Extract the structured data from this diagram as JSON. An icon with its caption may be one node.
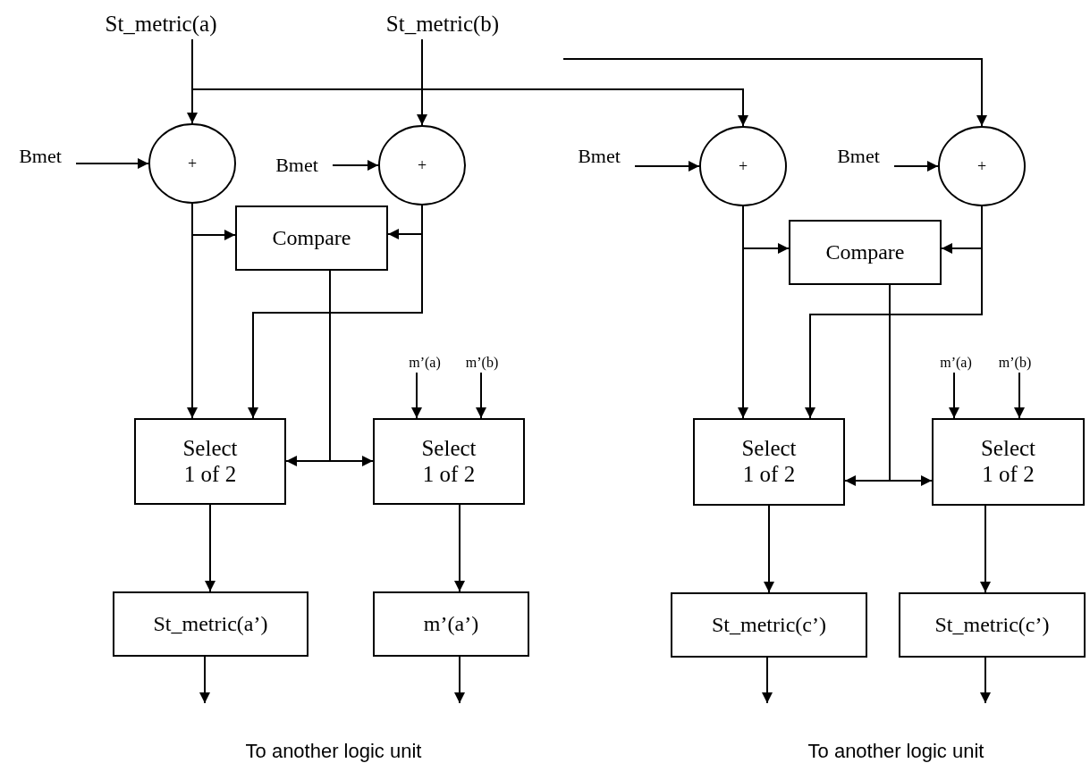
{
  "diagram": {
    "nodes": [
      {
        "text": [
          "St_metric(a)"
        ]
      },
      {
        "text": [
          "St_metric(b)"
        ]
      },
      {
        "text": [
          "Bmet"
        ]
      },
      {
        "text": [
          "+"
        ]
      },
      {
        "text": [
          "Bmet"
        ]
      },
      {
        "text": [
          "+"
        ]
      },
      {
        "text": [
          "Bmet"
        ]
      },
      {
        "text": [
          "+"
        ]
      },
      {
        "text": [
          "Bmet"
        ]
      },
      {
        "text": [
          "+"
        ]
      },
      {
        "text": [
          "Compare"
        ]
      },
      {
        "text": [
          "Compare"
        ]
      },
      {
        "text": [
          "m’(a)"
        ]
      },
      {
        "text": [
          "m’(b)"
        ]
      },
      {
        "text": [
          "m’(a)"
        ]
      },
      {
        "text": [
          "m’(b)"
        ]
      },
      {
        "text": [
          "Select 1 of 2"
        ]
      },
      {
        "text": [
          "Select 1 of 2"
        ]
      },
      {
        "text": [
          "Select 1 of 2"
        ]
      },
      {
        "text": [
          "Select 1 of 2"
        ]
      },
      {
        "text": [
          "St_metric(a’)"
        ]
      },
      {
        "text": [
          "m’(a’)"
        ]
      },
      {
        "text": [
          "St_metric(c’)"
        ]
      },
      {
        "text": [
          "St_metric(c’)"
        ]
      }
    ],
    "edges": [
      {
        "from": 0,
        "to": 3,
        "arrow": "to"
      },
      {
        "from": 0,
        "to": 7,
        "arrow": "to"
      },
      {
        "from": 1,
        "to": 5,
        "arrow": "to"
      },
      {
        "from": null,
        "to": 9,
        "arrow": "to"
      },
      {
        "from": 2,
        "to": 3,
        "arrow": "to"
      },
      {
        "from": 4,
        "to": 5,
        "arrow": "to"
      },
      {
        "from": 6,
        "to": 7,
        "arrow": "to"
      },
      {
        "from": 8,
        "to": 9,
        "arrow": "to"
      },
      {
        "from": 3,
        "to": 10,
        "arrow": "to"
      },
      {
        "from": 3,
        "to": 16,
        "arrow": "to"
      },
      {
        "from": 5,
        "to": 10,
        "arrow": "to"
      },
      {
        "from": 5,
        "to": 16,
        "arrow": "to"
      },
      {
        "from": 10,
        "to": 16,
        "arrow": "to"
      },
      {
        "from": 10,
        "to": 17,
        "arrow": "to"
      },
      {
        "from": 12,
        "to": 17,
        "arrow": "to"
      },
      {
        "from": 13,
        "to": 17,
        "arrow": "to"
      },
      {
        "from": 16,
        "to": 20,
        "arrow": "to"
      },
      {
        "from": 17,
        "to": 21,
        "arrow": "to"
      },
      {
        "from": 20,
        "to": null,
        "arrow": "to"
      },
      {
        "from": 21,
        "to": null,
        "arrow": "to"
      },
      {
        "from": 7,
        "to": 11,
        "arrow": "to"
      },
      {
        "from": 7,
        "to": 18,
        "arrow": "to"
      },
      {
        "from": 9,
        "to": 11,
        "arrow": "to"
      },
      {
        "from": 9,
        "to": 18,
        "arrow": "to"
      },
      {
        "from": 11,
        "to": 18,
        "arrow": "to"
      },
      {
        "from": 11,
        "to": 19,
        "arrow": "to"
      },
      {
        "from": 14,
        "to": 19,
        "arrow": "to"
      },
      {
        "from": 15,
        "to": 19,
        "arrow": "to"
      },
      {
        "from": 18,
        "to": 22,
        "arrow": "to"
      },
      {
        "from": 19,
        "to": 23,
        "arrow": "to"
      },
      {
        "from": 22,
        "to": null,
        "arrow": "to"
      },
      {
        "from": 23,
        "to": null,
        "arrow": "to"
      }
    ],
    "labels": [
      "To another logic unit",
      "To another logic unit"
    ]
  }
}
